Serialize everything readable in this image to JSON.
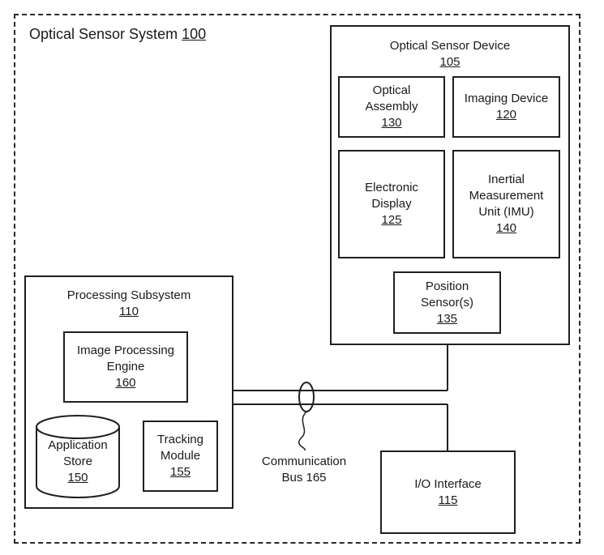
{
  "system": {
    "title": "Optical Sensor System",
    "number": "100"
  },
  "optical_sensor_device": {
    "title": "Optical Sensor Device",
    "number": "105",
    "components": {
      "optical_assembly": {
        "lines": [
          "Optical",
          "Assembly"
        ],
        "number": "130"
      },
      "imaging_device": {
        "lines": [
          "Imaging Device"
        ],
        "number": "120"
      },
      "electronic_display": {
        "lines": [
          "Electronic",
          "Display"
        ],
        "number": "125"
      },
      "imu": {
        "lines": [
          "Inertial",
          "Measurement",
          "Unit (IMU)"
        ],
        "number": "140"
      },
      "position_sensors": {
        "lines": [
          "Position",
          "Sensor(s)"
        ],
        "number": "135"
      }
    }
  },
  "processing_subsystem": {
    "title": "Processing Subsystem",
    "number": "110",
    "components": {
      "image_processing_engine": {
        "lines": [
          "Image Processing",
          "Engine"
        ],
        "number": "160"
      },
      "application_store": {
        "lines": [
          "Application",
          "Store"
        ],
        "number": "150"
      },
      "tracking_module": {
        "lines": [
          "Tracking",
          "Module"
        ],
        "number": "155"
      }
    }
  },
  "communication_bus": {
    "lines": [
      "Communication",
      "Bus 165"
    ]
  },
  "io_interface": {
    "lines": [
      "I/O Interface"
    ],
    "number": "115"
  }
}
